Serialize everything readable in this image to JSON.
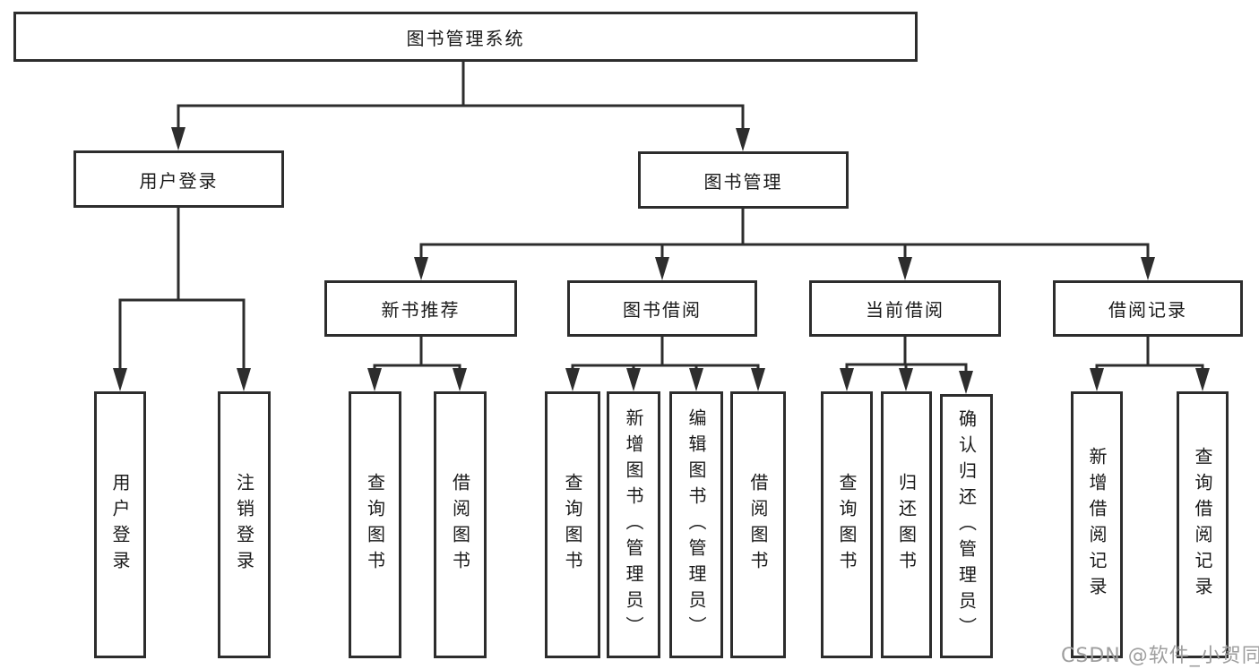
{
  "tree": {
    "root": "图书管理系统",
    "branches": [
      {
        "label": "用户登录",
        "children": [
          "用户登录",
          "注销登录"
        ]
      },
      {
        "label": "图书管理",
        "children": [
          {
            "label": "新书推荐",
            "children": [
              "查询图书",
              "借阅图书"
            ]
          },
          {
            "label": "图书借阅",
            "children": [
              "查询图书",
              "新增图书（管理员）",
              "编辑图书（管理员）",
              "借阅图书"
            ]
          },
          {
            "label": "当前借阅",
            "children": [
              "查询图书",
              "归还图书",
              "确认归还（管理员）"
            ]
          },
          {
            "label": "借阅记录",
            "children": [
              "新增借阅记录",
              "查询借阅记录"
            ]
          }
        ]
      }
    ]
  },
  "watermark": {
    "text": "CSDN @软件_小贺同学",
    "color": "#9e9e9e"
  },
  "style": {
    "line_color": "#2d2d2d",
    "text_color": "#1a1a1a",
    "background": "#ffffff"
  }
}
